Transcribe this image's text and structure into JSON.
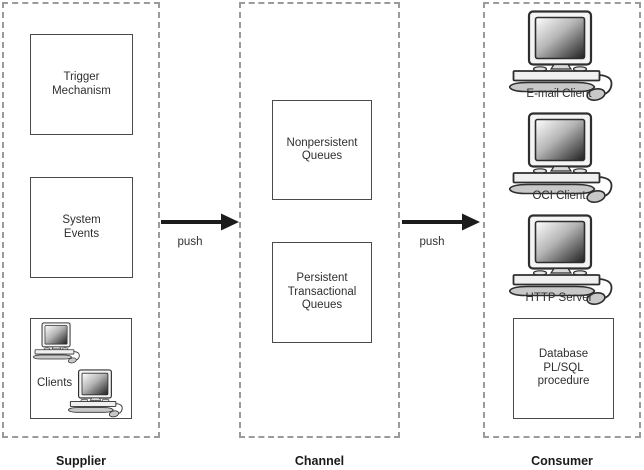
{
  "sections": {
    "supplier": {
      "label": "Supplier",
      "boxes": {
        "trigger": "Trigger\nMechanism",
        "system": "System\nEvents",
        "clients_caption": "Clients"
      }
    },
    "channel": {
      "label": "Channel",
      "boxes": {
        "nonpersistent": "Nonpersistent\nQueues",
        "persistent": "Persistent\nTransactional\nQueues"
      }
    },
    "consumer": {
      "label": "Consumer",
      "clients": [
        {
          "label": "E-mail Client"
        },
        {
          "label": "OCI Client"
        },
        {
          "label": "HTTP Server"
        }
      ],
      "boxes": {
        "database": "Database\nPL/SQL\nprocedure"
      }
    }
  },
  "arrows": [
    {
      "label": "push"
    },
    {
      "label": "push"
    }
  ],
  "icons": {
    "computer": "computer-workstation-icon"
  },
  "colors": {
    "section_border": "#9b9b9b",
    "box_border": "#4a4a4a",
    "arrow": "#1c1c1c",
    "text": "#2f2f2f"
  }
}
